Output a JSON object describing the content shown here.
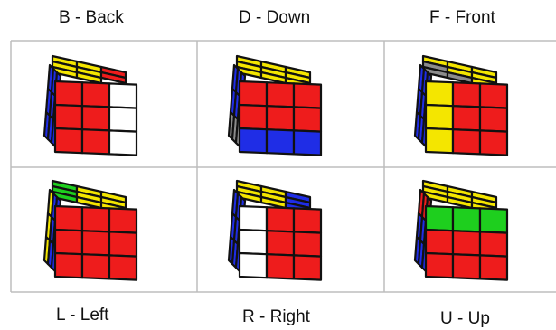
{
  "colors": {
    "W": "#ffffff",
    "Y": "#f4e600",
    "R": "#ee1c1c",
    "B": "#1f2de6",
    "G": "#1ecf1e",
    "O": "#ff8c1a",
    "K": "#8c8c8c"
  },
  "moves": [
    {
      "label": "B - Back",
      "top": [
        "YYR",
        "YYR",
        "YYW"
      ],
      "left": [
        "BBB",
        "BBB",
        "BBB"
      ],
      "front": [
        "RRW",
        "RRW",
        "RRW"
      ]
    },
    {
      "label": "D - Down",
      "top": [
        "YYY",
        "YYY",
        "YYY"
      ],
      "left": [
        "BBB",
        "BBB",
        "KKK"
      ],
      "front": [
        "RRR",
        "RRR",
        "BBB"
      ]
    },
    {
      "label": "F - Front",
      "top": [
        "YYY",
        "KYY",
        "KKY"
      ],
      "left": [
        "BBB",
        "BBB",
        "BBB"
      ],
      "front": [
        "YRR",
        "YRR",
        "YRR"
      ]
    },
    {
      "label": "L - Left",
      "top": [
        "GYY",
        "GYY",
        "GYY"
      ],
      "left": [
        "YBB",
        "YBB",
        "YBB"
      ],
      "front": [
        "RRR",
        "RRR",
        "RRR"
      ]
    },
    {
      "label": "R - Right",
      "top": [
        "YYB",
        "YYB",
        "YYB"
      ],
      "left": [
        "BBB",
        "BBB",
        "BBB"
      ],
      "front": [
        "WRR",
        "WRR",
        "WRR"
      ]
    },
    {
      "label": "U - Up",
      "top": [
        "YYY",
        "YYY",
        "YYY"
      ],
      "left": [
        "RRR",
        "BBB",
        "BBB"
      ],
      "front": [
        "GGG",
        "RRR",
        "RRR"
      ]
    }
  ]
}
